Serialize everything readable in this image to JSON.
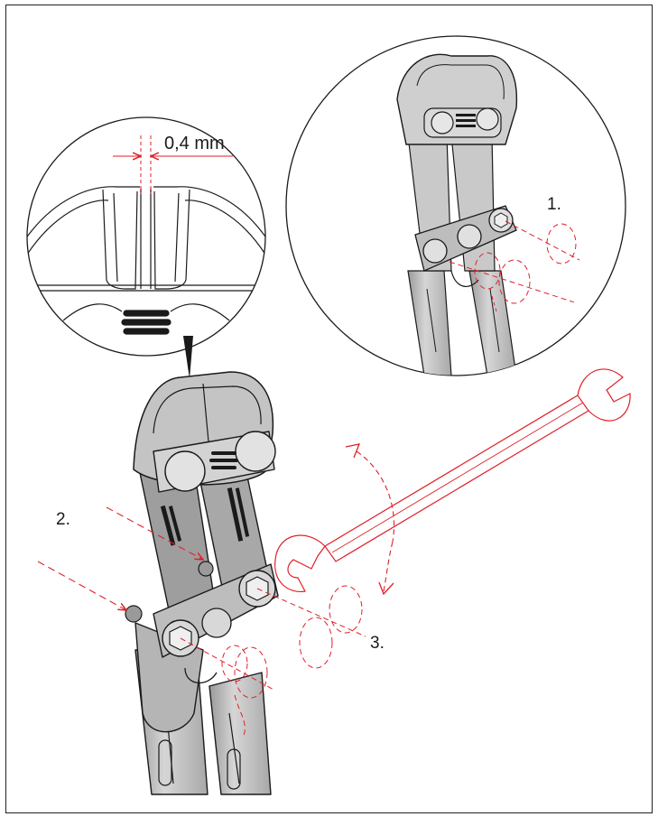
{
  "diagram": {
    "gap_label": "0,4 mm",
    "steps": [
      "1.",
      "2.",
      "3."
    ],
    "caption": "",
    "colors": {
      "line": "#1a1a1a",
      "tool_fill": "#d9d9d9",
      "tool_dark": "#8a8a8a",
      "accent": "#e0202a"
    }
  }
}
